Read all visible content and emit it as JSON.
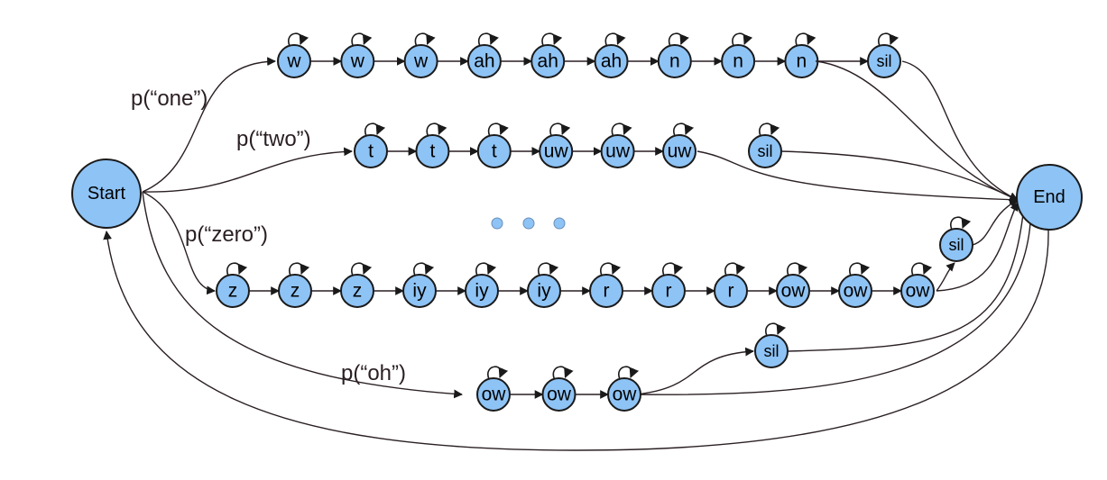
{
  "start_label": "Start",
  "end_label": "End",
  "words": {
    "one": {
      "prob": "p(“one”)",
      "phones": [
        "w",
        "w",
        "w",
        "ah",
        "ah",
        "ah",
        "n",
        "n",
        "n"
      ],
      "sil": "sil"
    },
    "two": {
      "prob": "p(“two”)",
      "phones": [
        "t",
        "t",
        "t",
        "uw",
        "uw",
        "uw"
      ],
      "sil": "sil"
    },
    "zero": {
      "prob": "p(“zero”)",
      "phones": [
        "z",
        "z",
        "z",
        "iy",
        "iy",
        "iy",
        "r",
        "r",
        "r",
        "ow",
        "ow",
        "ow"
      ],
      "sil": "sil"
    },
    "oh": {
      "prob": "p(“oh”)",
      "phones": [
        "ow",
        "ow",
        "ow"
      ],
      "sil": "sil"
    }
  },
  "colors": {
    "node_fill": "#8ec3f5",
    "edge": "#2a1f24"
  }
}
